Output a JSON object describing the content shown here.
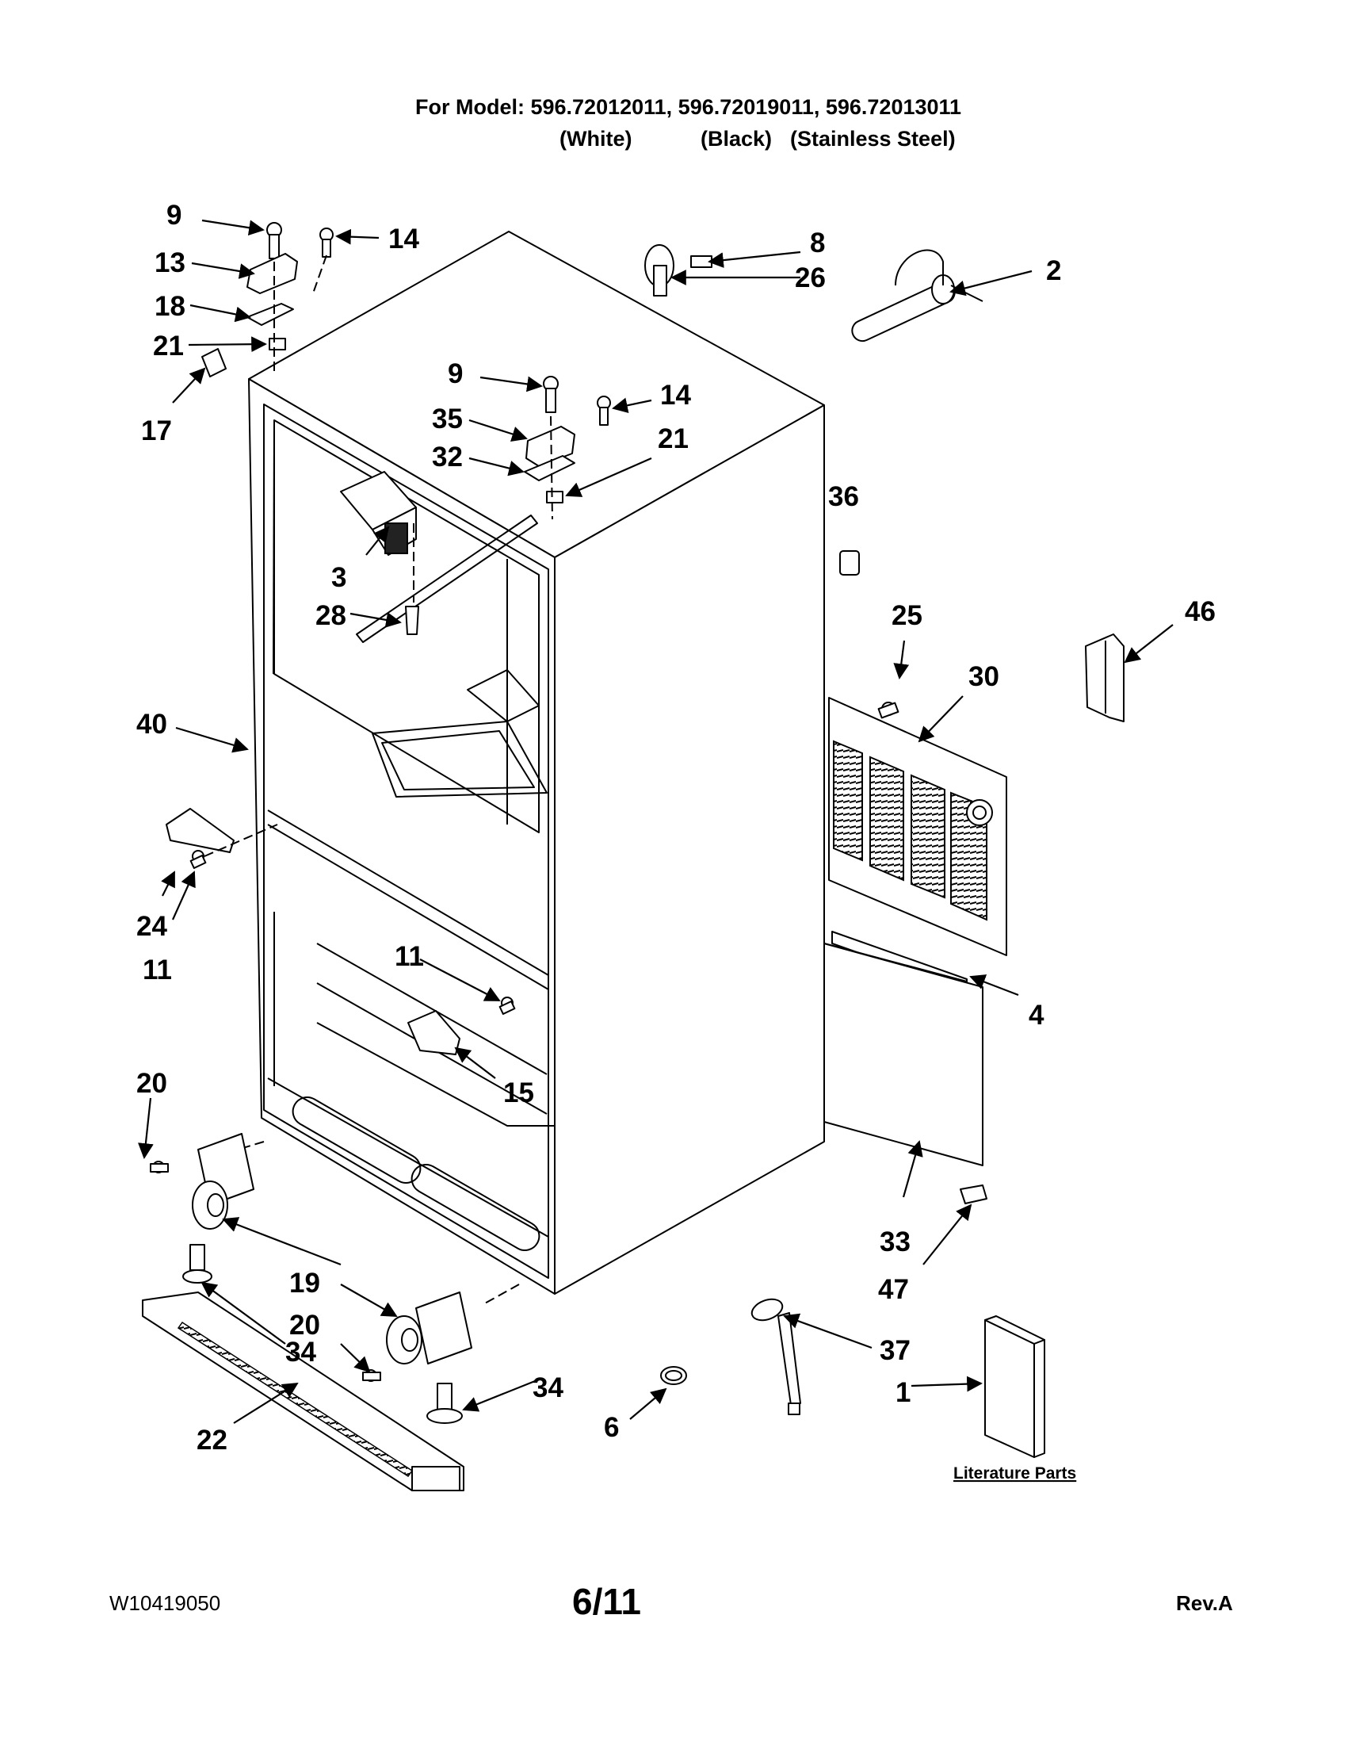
{
  "header": {
    "model_line": "For Model: 596.72012011, 596.72019011, 596.72013011",
    "variants": [
      "(White)",
      "(Black)",
      "(Stainless Steel)"
    ]
  },
  "callouts": [
    "9",
    "14",
    "13",
    "18",
    "21",
    "17",
    "8",
    "26",
    "2",
    "9",
    "35",
    "14",
    "32",
    "21",
    "36",
    "3",
    "28",
    "25",
    "46",
    "30",
    "40",
    "24",
    "11",
    "11",
    "4",
    "15",
    "20",
    "33",
    "47",
    "19",
    "20",
    "34",
    "37",
    "34",
    "1",
    "22",
    "6"
  ],
  "literature_label": "Literature Parts",
  "footer": {
    "doc_number": "W10419050",
    "page_number": "6/11",
    "revision": "Rev.A"
  }
}
